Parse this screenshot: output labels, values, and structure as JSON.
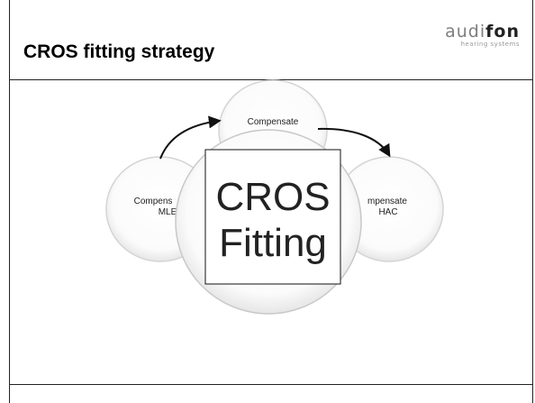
{
  "slide": {
    "title": "CROS fitting strategy"
  },
  "logo": {
    "word_light": "audi",
    "word_bold": "fon",
    "tagline": "hearing systems"
  },
  "diagram": {
    "top_circle_label": "Compensate",
    "left_circle_label_line1": "Compens",
    "left_circle_label_line2": "MLE",
    "right_circle_label_line1": "mpensate",
    "right_circle_label_line2": "HAC",
    "center_label_line1": "CROS",
    "center_label_line2": "Fitting"
  },
  "colors": {
    "frame": "#222222",
    "circle_fill": "#ffffff",
    "circle_edge": "#cfcfcf",
    "logo_grey": "#7d7d7d"
  }
}
